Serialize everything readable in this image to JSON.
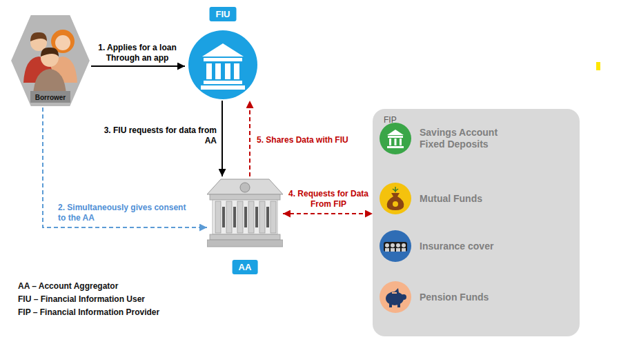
{
  "diagram": {
    "nodes": [
      {
        "text": [
          "Borrower"
        ]
      },
      {
        "text": [
          "FIU"
        ]
      },
      {
        "text": [
          "AA"
        ]
      },
      {
        "text": [
          "FIP"
        ]
      },
      {
        "text": [
          "Savings Account Fixed Deposits"
        ],
        "in": 3
      },
      {
        "text": [
          "Mutual Funds"
        ],
        "in": 3
      },
      {
        "text": [
          "Insurance cover"
        ],
        "in": 3
      },
      {
        "text": [
          "Pension Funds"
        ],
        "in": 3
      }
    ],
    "edges": [
      {
        "from": 0,
        "to": 1,
        "label": "1. Applies for a loan Through an app",
        "arrow": "to"
      },
      {
        "from": 0,
        "to": 2,
        "label": "2. Simultaneously gives consent to the AA",
        "arrow": "to"
      },
      {
        "from": 1,
        "to": 2,
        "label": "3. FIU requests for data from AA",
        "arrow": "to"
      },
      {
        "from": 2,
        "to": 3,
        "label": "4. Requests for Data From FIP",
        "arrow": "both"
      },
      {
        "from": 2,
        "to": 1,
        "label": "5. Shares Data with FIU",
        "arrow": "to"
      }
    ],
    "labels": [
      "AA – Account Aggregator",
      "FIU – Financial Information User",
      "FIP – Financial Information Provider"
    ]
  }
}
